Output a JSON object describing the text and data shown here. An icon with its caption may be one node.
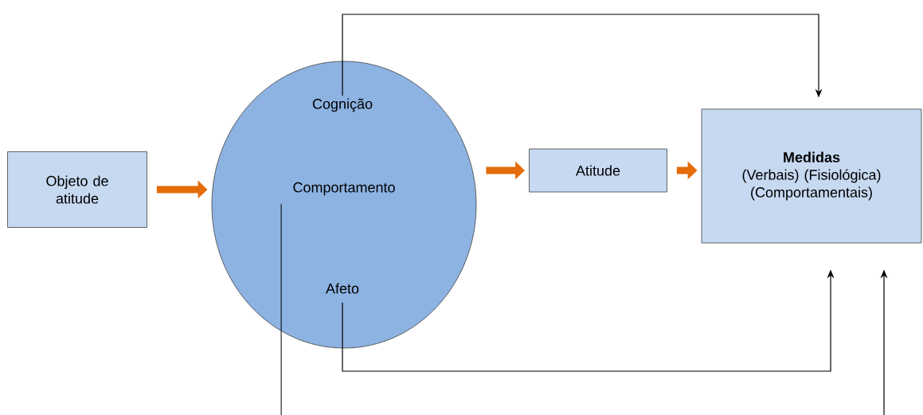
{
  "diagram": {
    "nodes": [
      {
        "text": [
          "Objeto de atitude"
        ]
      },
      {
        "text": [],
        "shape": "circle"
      },
      {
        "text": [
          "Cognição"
        ],
        "in": 1
      },
      {
        "text": [
          "Comportamento"
        ],
        "in": 1
      },
      {
        "text": [
          "Afeto"
        ],
        "in": 1
      },
      {
        "text": [
          "Atitude"
        ]
      },
      {
        "text": [
          "Medidas",
          "(Verbais) (Fisiológica) (Comportamentais)"
        ]
      }
    ],
    "edges": [
      {
        "from": 0,
        "to": 1,
        "arrow": "to",
        "style": "thick",
        "color": "#e46c0a"
      },
      {
        "from": 1,
        "to": 5,
        "arrow": "to",
        "style": "thick",
        "color": "#e46c0a"
      },
      {
        "from": 5,
        "to": 6,
        "arrow": "to",
        "style": "thick",
        "color": "#e46c0a"
      },
      {
        "from": 2,
        "to": 6,
        "arrow": "to",
        "color": "#000000"
      },
      {
        "from": 4,
        "to": 6,
        "arrow": "to",
        "color": "#000000"
      },
      {
        "from": 3,
        "to": 6,
        "arrow": "to",
        "color": "#000000"
      }
    ]
  }
}
